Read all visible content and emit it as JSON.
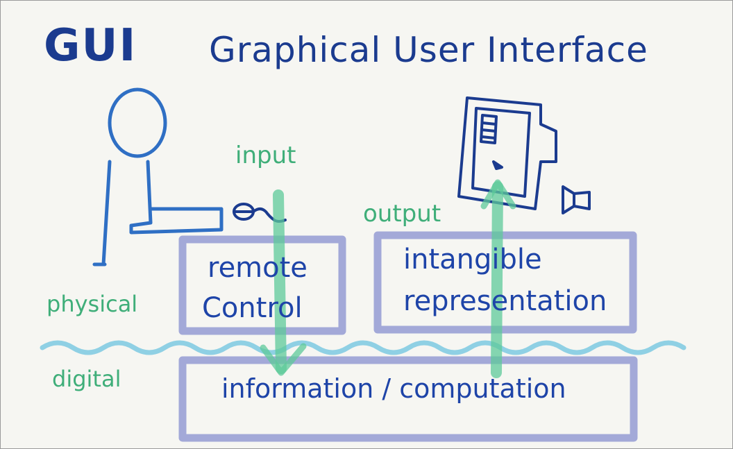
{
  "title": {
    "abbr": "GUI",
    "full": "Graphical User Interface"
  },
  "labels": {
    "input": "input",
    "output": "output",
    "physical": "physical",
    "digital": "digital"
  },
  "boxes": {
    "remote_control": [
      "remote",
      "Control"
    ],
    "intangible_representation": [
      "intangible",
      "representation"
    ],
    "information_computation": "information / computation"
  },
  "colors": {
    "ink_navy": "#1b3b8f",
    "ink_blue": "#2f6fc4",
    "ink_green": "#3fae79",
    "box_lavender": "#a3a9d8",
    "water_line": "#8fd0e4"
  }
}
